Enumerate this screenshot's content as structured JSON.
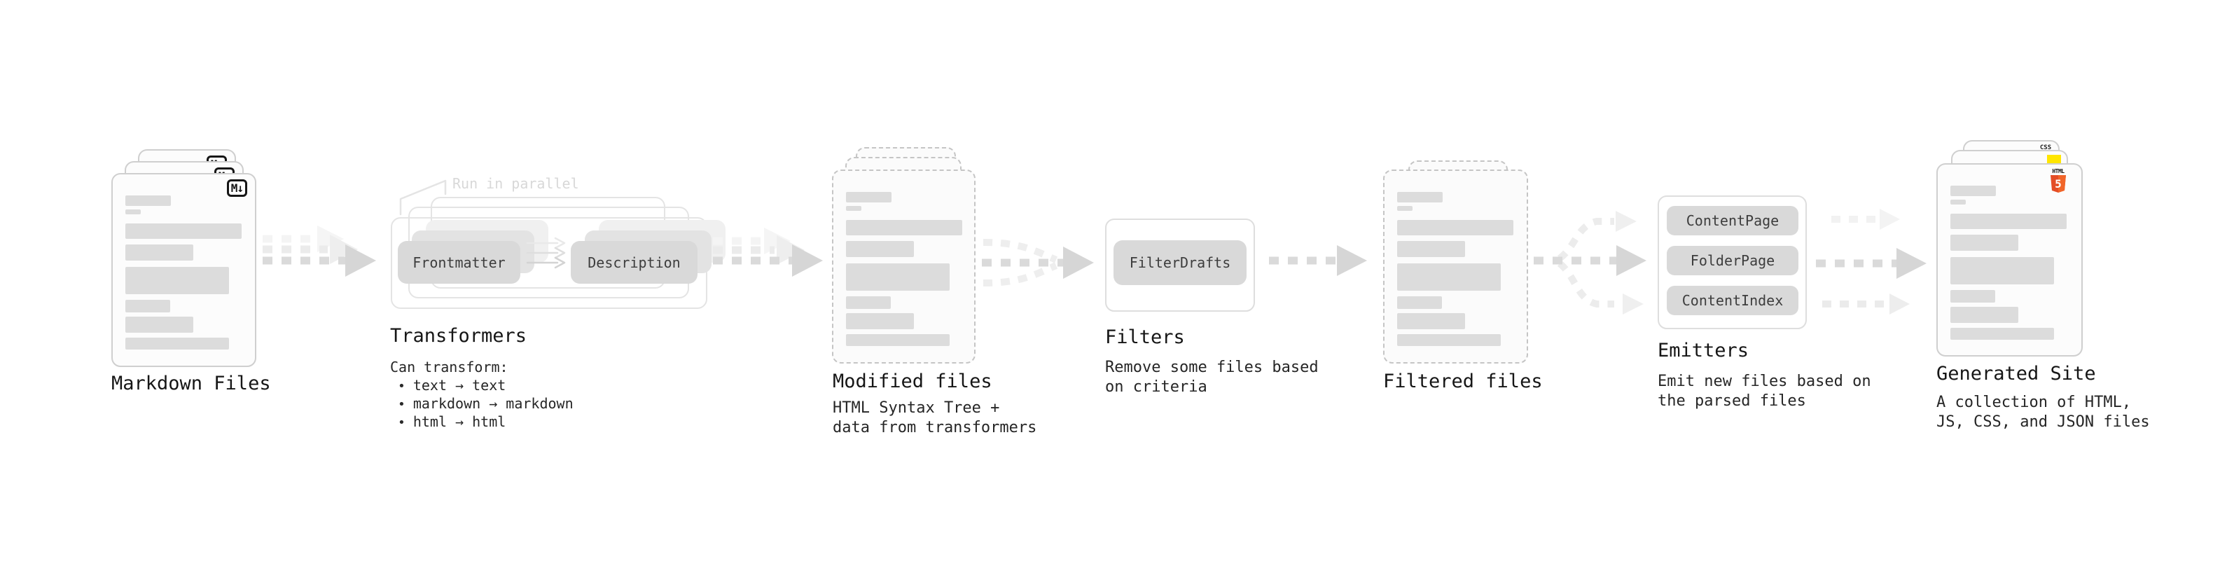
{
  "diagram": {
    "markdown": {
      "label": "Markdown Files",
      "badge": "M↓"
    },
    "transformers": {
      "label": "Transformers",
      "annotation": "Run in parallel",
      "pills": [
        "Frontmatter",
        "Description"
      ],
      "note_title": "Can transform:",
      "bullets": [
        "text → text",
        "markdown → markdown",
        "html → html"
      ]
    },
    "modified": {
      "label": "Modified files",
      "desc": [
        "HTML Syntax Tree +",
        "data from transformers"
      ]
    },
    "filters": {
      "label": "Filters",
      "pills": [
        "FilterDrafts"
      ],
      "desc": [
        "Remove some files based",
        "on criteria"
      ]
    },
    "filtered": {
      "label": "Filtered files"
    },
    "emitters": {
      "label": "Emitters",
      "pills": [
        "ContentPage",
        "FolderPage",
        "ContentIndex"
      ],
      "desc": [
        "Emit new files based on",
        "the parsed files"
      ]
    },
    "generated": {
      "label": "Generated Site",
      "desc": [
        "A collection of HTML,",
        "JS, CSS, and JSON files"
      ],
      "badges": {
        "css": "CSS",
        "html_text": "HTML",
        "html_number": "5"
      }
    }
  },
  "colors": {
    "doc_border": "#cfcfcf",
    "doc_border_dashed": "#c5c5c5",
    "bar_gray": "#dcdcdc",
    "pill_gray": "#d9d9d9",
    "arrow_dark": "#dadada",
    "arrow_light": "#ebebeb",
    "arrow_faint": "#f3f3f3",
    "annotation_gray": "#d8d8d8",
    "text_dark": "#161616",
    "css_blue": "#2b66f6",
    "js_yellow": "#ffe600",
    "html_orange_dark": "#e44d26",
    "html_orange_light": "#f16529"
  },
  "doc_bars": [
    {
      "w": 65,
      "h": 15,
      "mt": 0
    },
    {
      "w": 22,
      "h": 7,
      "mt": 5
    },
    {
      "w": 166,
      "h": 22,
      "mt": 13
    },
    {
      "w": 97,
      "h": 23,
      "mt": 8
    },
    {
      "w": 148,
      "h": 39,
      "mt": 9
    },
    {
      "w": 64,
      "h": 18,
      "mt": 8
    },
    {
      "w": 97,
      "h": 23,
      "mt": 6
    },
    {
      "w": 148,
      "h": 17,
      "mt": 7
    }
  ]
}
